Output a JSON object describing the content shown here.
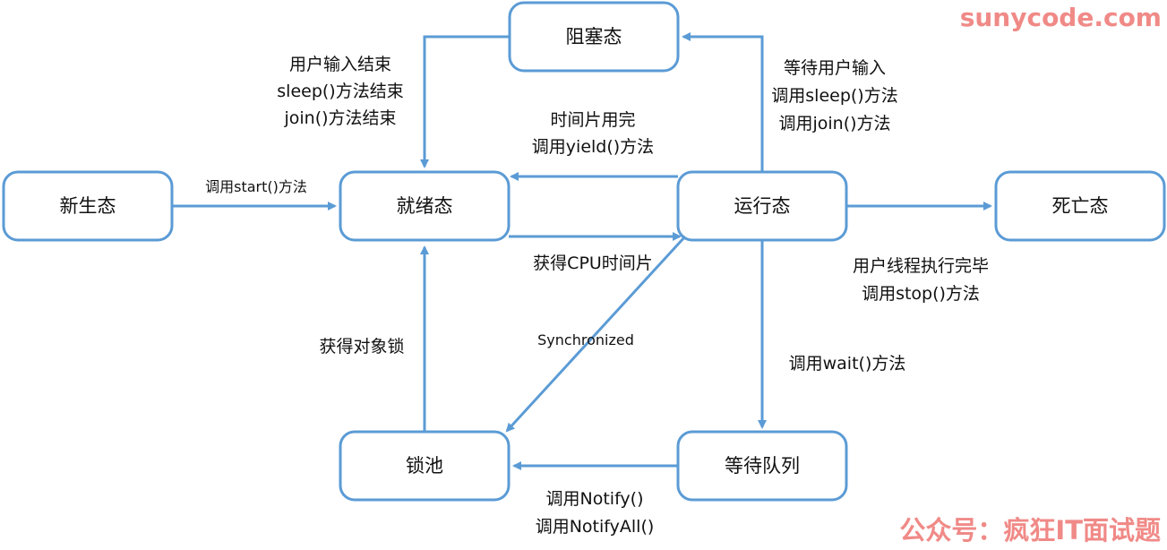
{
  "states": {
    "new": "新生态",
    "ready": "就绪态",
    "running": "运行态",
    "blocked": "阻塞态",
    "dead": "死亡态",
    "lock_pool": "锁池",
    "wait_queue": "等待队列"
  },
  "transitions": {
    "new_to_ready": [
      "调用start()方法"
    ],
    "blocked_to_ready": [
      "用户输入结束",
      "sleep()方法结束",
      "join()方法结束"
    ],
    "running_to_ready": [
      "时间片用完",
      "调用yield()方法"
    ],
    "ready_to_running": [
      "获得CPU时间片"
    ],
    "running_to_blocked": [
      "等待用户输入",
      "调用sleep()方法",
      "调用join()方法"
    ],
    "running_to_dead": [
      "用户线程执行完毕",
      "调用stop()方法"
    ],
    "running_to_lock_pool": [
      "Synchronized"
    ],
    "running_to_wait_queue": [
      "调用wait()方法"
    ],
    "lock_pool_to_ready": [
      "获得对象锁"
    ],
    "wait_queue_to_lock_pool": [
      "调用Notify()",
      "调用NotifyAll()"
    ]
  },
  "watermarks": {
    "site": "sunycode.com",
    "account": "公众号：疯狂IT面试题"
  },
  "colors": {
    "box_border": "#5b9bd5",
    "arrow": "#5b9bd5",
    "watermark": "#f08a87"
  }
}
